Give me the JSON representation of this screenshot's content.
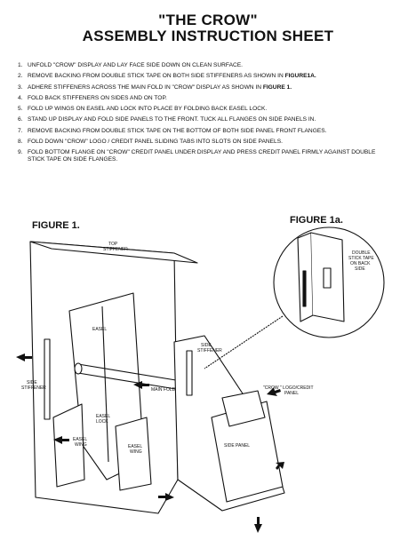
{
  "title": {
    "line1": "\"THE CROW\"",
    "line2": "ASSEMBLY INSTRUCTION SHEET"
  },
  "steps": [
    {
      "num": "1.",
      "text": "UNFOLD \"CROW\" DISPLAY AND LAY  FACE SIDE DOWN ON CLEAN SURFACE."
    },
    {
      "num": "2.",
      "text": "REMOVE BACKING FROM DOUBLE STICK TAPE ON BOTH SIDE STIFFENERS AS SHOWN IN ",
      "emph": "FIGURE1a."
    },
    {
      "num": "3.",
      "text": "ADHERE STIFFENERS ACROSS THE MAIN FOLD IN \"CROW\" DISPLAY AS SHOWN IN ",
      "emph": "FIGURE 1."
    },
    {
      "num": "4.",
      "text": "FOLD BACK STIFFENERS ON SIDES AND ON TOP."
    },
    {
      "num": "5.",
      "text": "FOLD UP WINGS ON EASEL AND LOCK INTO PLACE BY FOLDING BACK EASEL LOCK."
    },
    {
      "num": "6.",
      "text": "STAND UP DISPLAY AND FOLD SIDE PANELS TO THE FRONT. TUCK ALL  FLANGES  ON SIDE PANELS IN."
    },
    {
      "num": "7.",
      "text": "REMOVE BACKING FROM DOUBLE STICK TAPE ON THE BOTTOM OF BOTH SIDE PANEL FRONT FLANGES."
    },
    {
      "num": "8.",
      "text": "FOLD DOWN \"CROW\" LOGO / CREDIT PANEL SLIDING TABS INTO SLOTS ON SIDE PANELS."
    },
    {
      "num": "9.",
      "text": "FOLD BOTTOM FLANGE ON \"CROW\" CREDIT PANEL UNDER DISPLAY AND PRESS CREDIT PANEL FIRMLY AGAINST DOUBLE STICK TAPE ON SIDE FLANGES."
    }
  ],
  "figure1": {
    "label": "FIGURE 1.",
    "callouts": {
      "top_stiffener_1": "TOP",
      "top_stiffener_2": "STIFFENER",
      "easel": "EASEL",
      "side_stiffener_right_1": "SIDE",
      "side_stiffener_right_2": "STIFFENER",
      "side_stiffener_left_1": "SIDE",
      "side_stiffener_left_2": "STIFFENER",
      "main_fold": "MAIN FOLD",
      "easel_lock_1": "EASEL",
      "easel_lock_2": "LOCK",
      "easel_wing_left_1": "EASEL",
      "easel_wing_left_2": "WING",
      "easel_wing_right_1": "EASEL",
      "easel_wing_right_2": "WING",
      "logo_panel_1": "\"CROW \" LOGO/CREDIT",
      "logo_panel_2": "PANEL",
      "side_panel": "SIDE PANEL"
    }
  },
  "figure1a": {
    "label": "FIGURE 1a.",
    "callouts": {
      "tape_1": "DOUBLE",
      "tape_2": "STICK TAPE",
      "tape_3": "ON BACK",
      "tape_4": "SIDE"
    }
  }
}
